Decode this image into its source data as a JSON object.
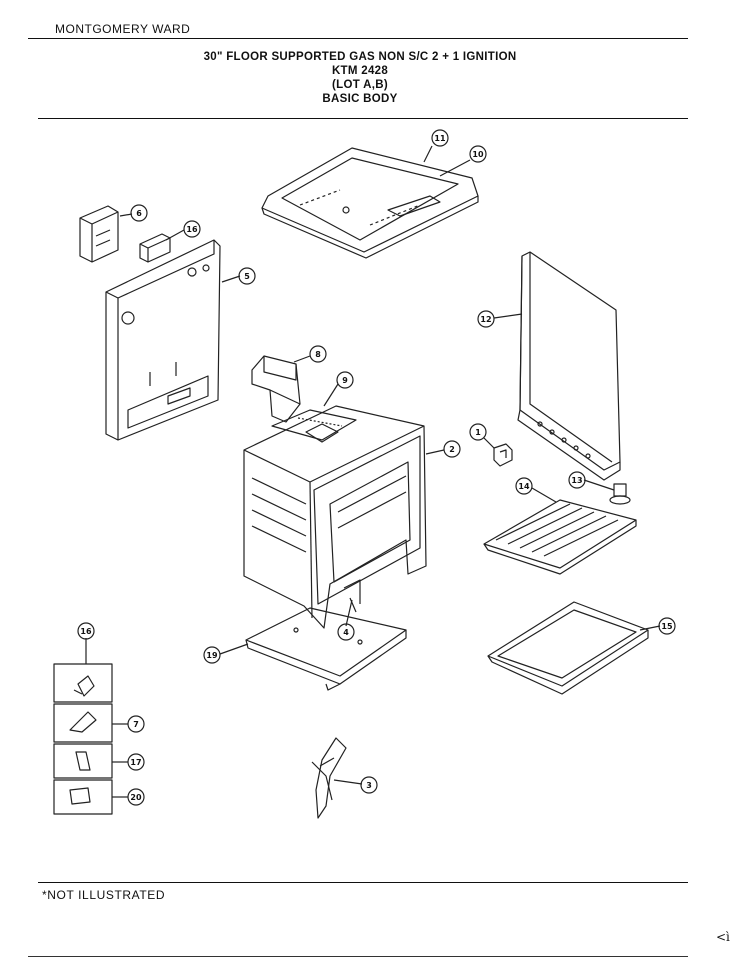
{
  "brand": "MONTGOMERY WARD",
  "header": {
    "line1": "30\" FLOOR SUPPORTED GAS NON S/C 2 + 1 IGNITION",
    "line2": "KTM 2428",
    "line3": "(LOT A,B)",
    "line4": "BASIC BODY"
  },
  "footnote": "*NOT ILLUSTRATED",
  "corner_mark": "<ì",
  "parts": {
    "p1": "1",
    "p2": "2",
    "p3": "3",
    "p4": "4",
    "p5": "5",
    "p6": "6",
    "p7": "7",
    "p8": "8",
    "p9": "9",
    "p10": "10",
    "p11": "11",
    "p12": "12",
    "p13": "13",
    "p14": "14",
    "p15": "15",
    "p16": "16",
    "p16b": "16",
    "p17": "17",
    "p19": "19",
    "p20": "20"
  }
}
